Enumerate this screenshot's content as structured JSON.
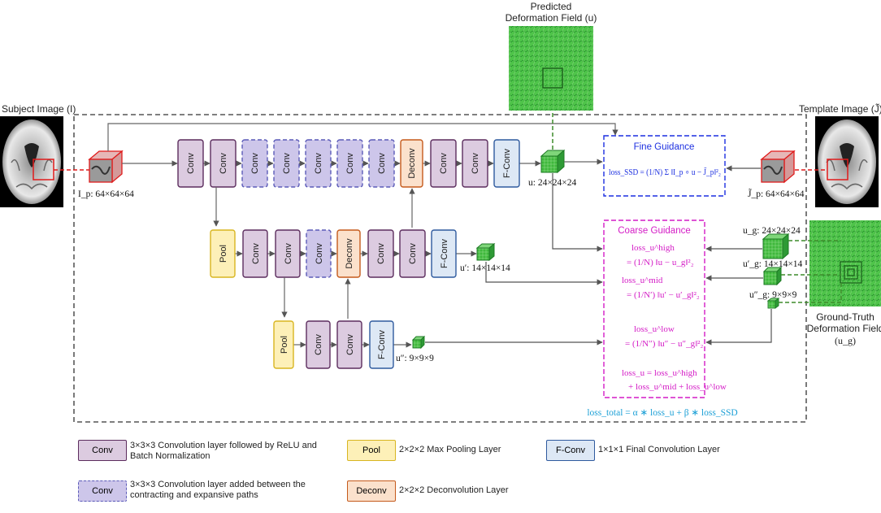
{
  "labels": {
    "subject_image": "Subject Image (I)",
    "template_image": "Template Image (J̃)",
    "predicted_line1": "Predicted",
    "predicted_line2": "Deformation Field (u)",
    "gt_line1": "Ground-Truth",
    "gt_line2": "Deformation Field",
    "gt_line3": "(u_g)",
    "ip_dims": "I_p: 64×64×64",
    "jp_dims": "J̃_p: 64×64×64",
    "u_dims": "u: 24×24×24",
    "u1_dims": "u′: 14×14×14",
    "u2_dims": "u″: 9×9×9",
    "ug_dims": "u_g: 24×24×24",
    "ug1_dims": "u′_g: 14×14×14",
    "ug2_dims": "u″_g: 9×9×9"
  },
  "blocks": {
    "conv": "Conv",
    "pool": "Pool",
    "deconv": "Deconv",
    "fconv": "F-Conv"
  },
  "fine_guidance": {
    "title": "Fine Guidance",
    "formula": "loss_SSD = (1/N) Σ ‖I_p ∘ u − J̃_p‖²₂"
  },
  "coarse_guidance": {
    "title": "Coarse Guidance",
    "high_1": "loss_u^high",
    "high_2": "= (1/N) ‖u − u_g‖²₂",
    "mid_1": "loss_u^mid",
    "mid_2": "= (1/N′) ‖u′ − u′_g‖²₂",
    "low_1": "loss_u^low",
    "low_2": "= (1/N″) ‖u″ − u″_g‖²₂",
    "sum_1": "loss_u = loss_u^high",
    "sum_2": "+ loss_u^mid + loss_u^low"
  },
  "total_loss": "loss_total = α ∗ loss_u + β ∗ loss_SSD",
  "legend": {
    "conv_label": "Conv",
    "conv_desc": "3×3×3 Convolution layer followed by ReLU and Batch Normalization",
    "conv_dashed_label": "Conv",
    "conv_dashed_desc": "3×3×3 Convolution layer added between the contracting and expansive paths",
    "pool_label": "Pool",
    "pool_desc": "2×2×2 Max Pooling Layer",
    "deconv_label": "Deconv",
    "deconv_desc": "2×2×2 Deconvolution Layer",
    "fconv_label": "F-Conv",
    "fconv_desc": "1×1×1 Final Convolution Layer"
  },
  "colors": {
    "conv_fill": "#dccbe0",
    "conv_stroke": "#5c2d5e",
    "conv_dashed_fill": "#cdc6ea",
    "conv_dashed_stroke": "#5b5bb8",
    "pool_fill": "#fdf0b8",
    "pool_stroke": "#d8b520",
    "deconv_fill": "#fbe1cc",
    "deconv_stroke": "#c55a1c",
    "fconv_fill": "#dde8f5",
    "fconv_stroke": "#2f5a9e",
    "fine_guidance": "#1c2fe0",
    "coarse_guidance": "#d41cc6",
    "total_loss": "#1a9fd6",
    "field_green": "#2ea83a",
    "patch_red": "#e01b1b"
  }
}
